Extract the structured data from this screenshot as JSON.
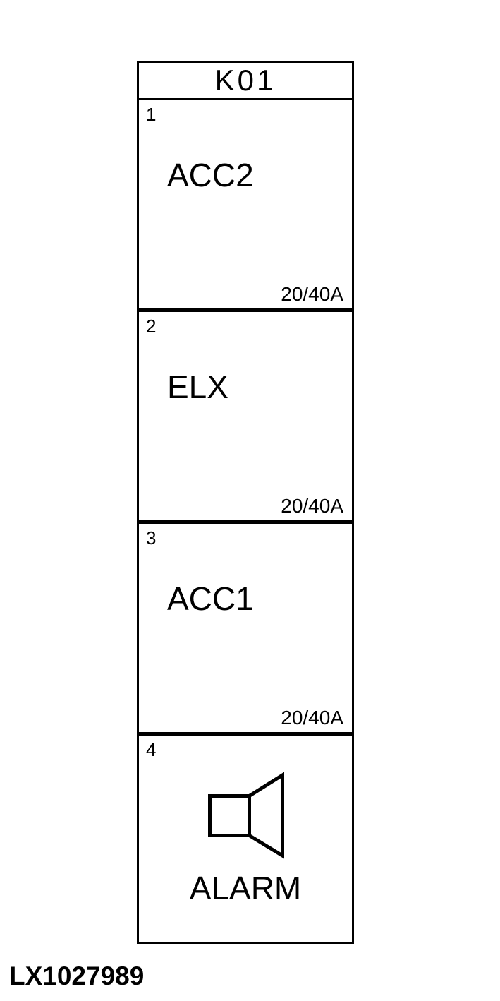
{
  "figure": {
    "title": "K01",
    "sections": [
      {
        "number": "1",
        "label": "ACC2",
        "rating": "20/40A"
      },
      {
        "number": "2",
        "label": "ELX",
        "rating": "20/40A"
      },
      {
        "number": "3",
        "label": "ACC1",
        "rating": "20/40A"
      },
      {
        "number": "4",
        "label": "ALARM",
        "icon": "speaker-icon"
      }
    ],
    "figure_id": "LX1027989",
    "colors": {
      "line": "#000000",
      "background": "#ffffff"
    }
  }
}
